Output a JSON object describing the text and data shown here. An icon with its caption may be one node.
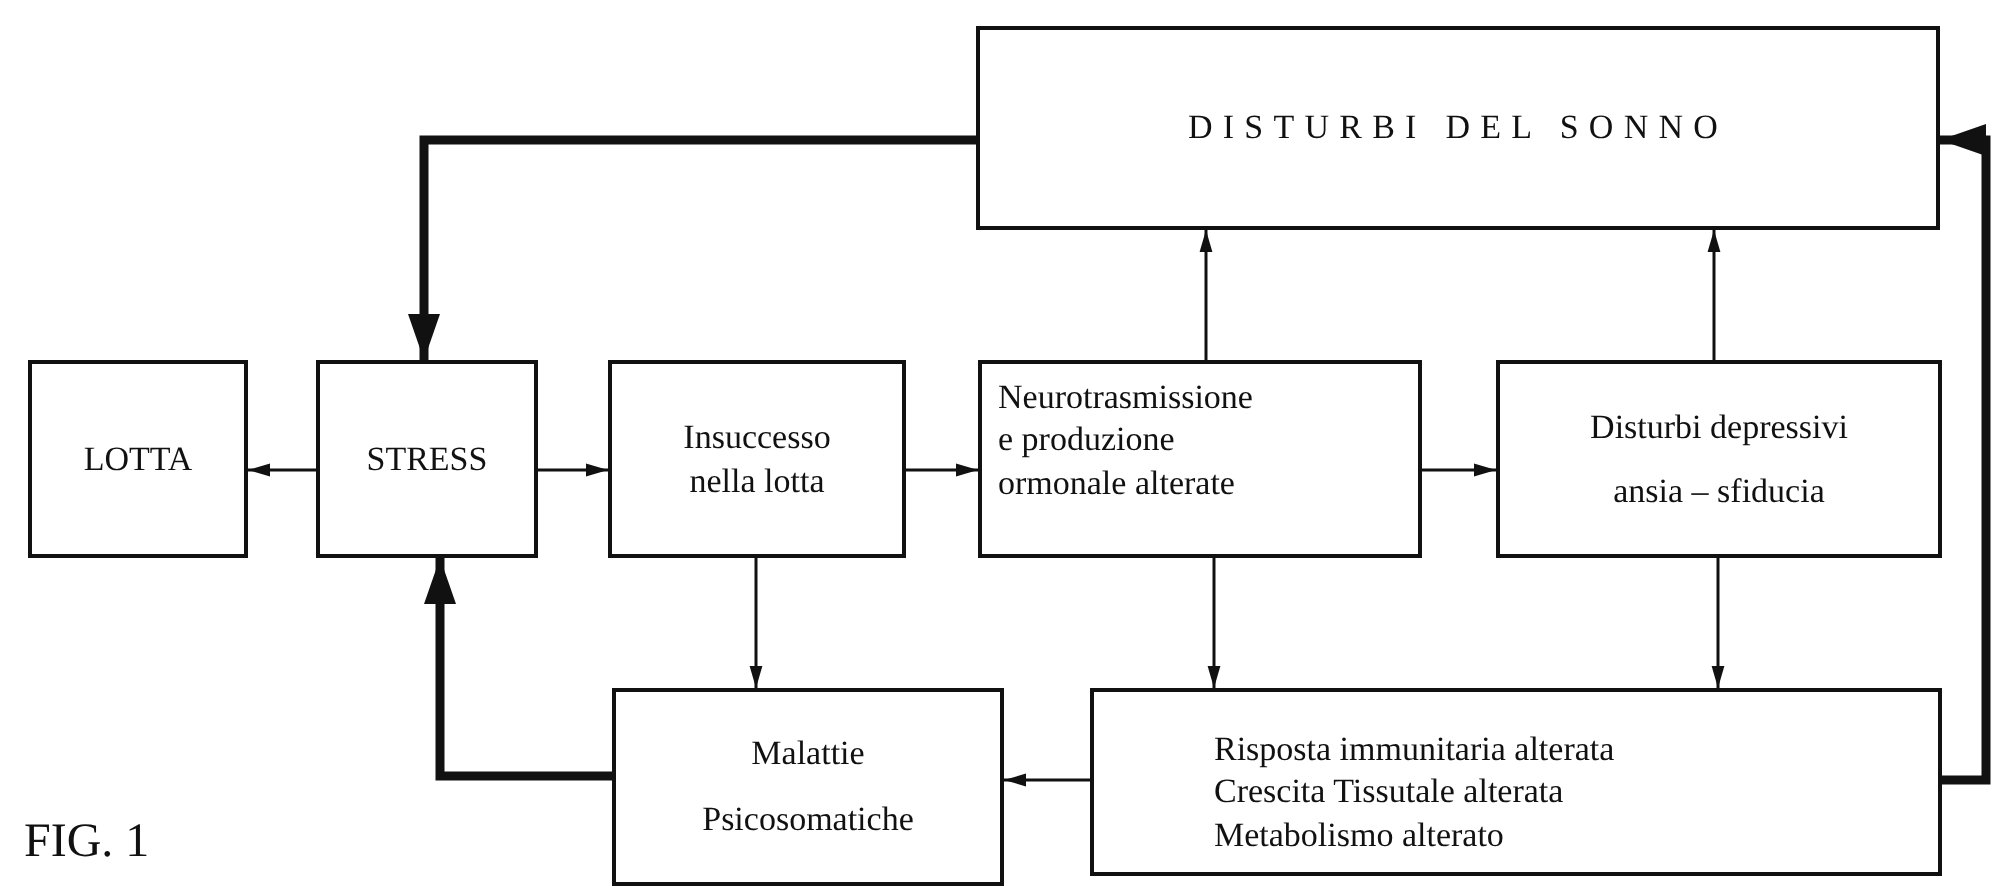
{
  "diagram": {
    "nodes": [
      {
        "text": [
          "DISTURBI DEL SONNO"
        ]
      },
      {
        "text": [
          "LOTTA"
        ]
      },
      {
        "text": [
          "STRESS"
        ]
      },
      {
        "text": [
          "Insuccesso nella lotta"
        ]
      },
      {
        "text": [
          "Neurotrasmissione e produzione ormonale alterate"
        ]
      },
      {
        "text": [
          "Disturbi depressivi",
          "ansia – sfiducia"
        ]
      },
      {
        "text": [
          "Malattie Psicosomatiche"
        ]
      },
      {
        "text": [
          "Risposta immunitaria alterata",
          "Crescita Tissutale alterata",
          "Metabolismo alterato"
        ]
      }
    ],
    "edges": [
      {
        "from": 0,
        "to": 2,
        "arrow": "to",
        "style": "thick"
      },
      {
        "from": 2,
        "to": 1,
        "arrow": "to"
      },
      {
        "from": 2,
        "to": 3,
        "arrow": "to"
      },
      {
        "from": 3,
        "to": 4,
        "arrow": "to"
      },
      {
        "from": 4,
        "to": 5,
        "arrow": "to"
      },
      {
        "from": 4,
        "to": 0,
        "arrow": "to"
      },
      {
        "from": 5,
        "to": 0,
        "arrow": "to"
      },
      {
        "from": 3,
        "to": 6,
        "arrow": "to"
      },
      {
        "from": 4,
        "to": 7,
        "arrow": "to"
      },
      {
        "from": 5,
        "to": 7,
        "arrow": "to"
      },
      {
        "from": 7,
        "to": 6,
        "arrow": "to"
      },
      {
        "from": 6,
        "to": 2,
        "arrow": "to",
        "style": "thick"
      },
      {
        "from": 7,
        "to": 0,
        "arrow": "to",
        "style": "thick"
      }
    ],
    "labels": [
      "FIG. 1"
    ]
  }
}
